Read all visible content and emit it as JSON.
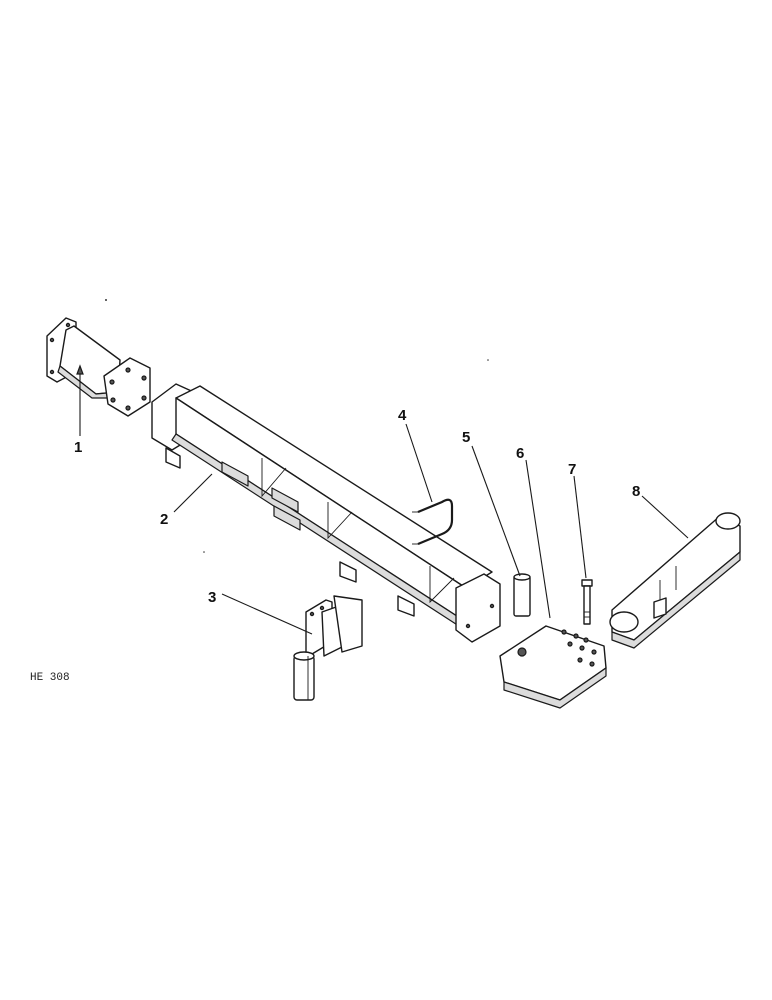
{
  "figure_code": "HE 308",
  "callouts": [
    "1",
    "2",
    "3",
    "4",
    "5",
    "6",
    "7",
    "8"
  ]
}
